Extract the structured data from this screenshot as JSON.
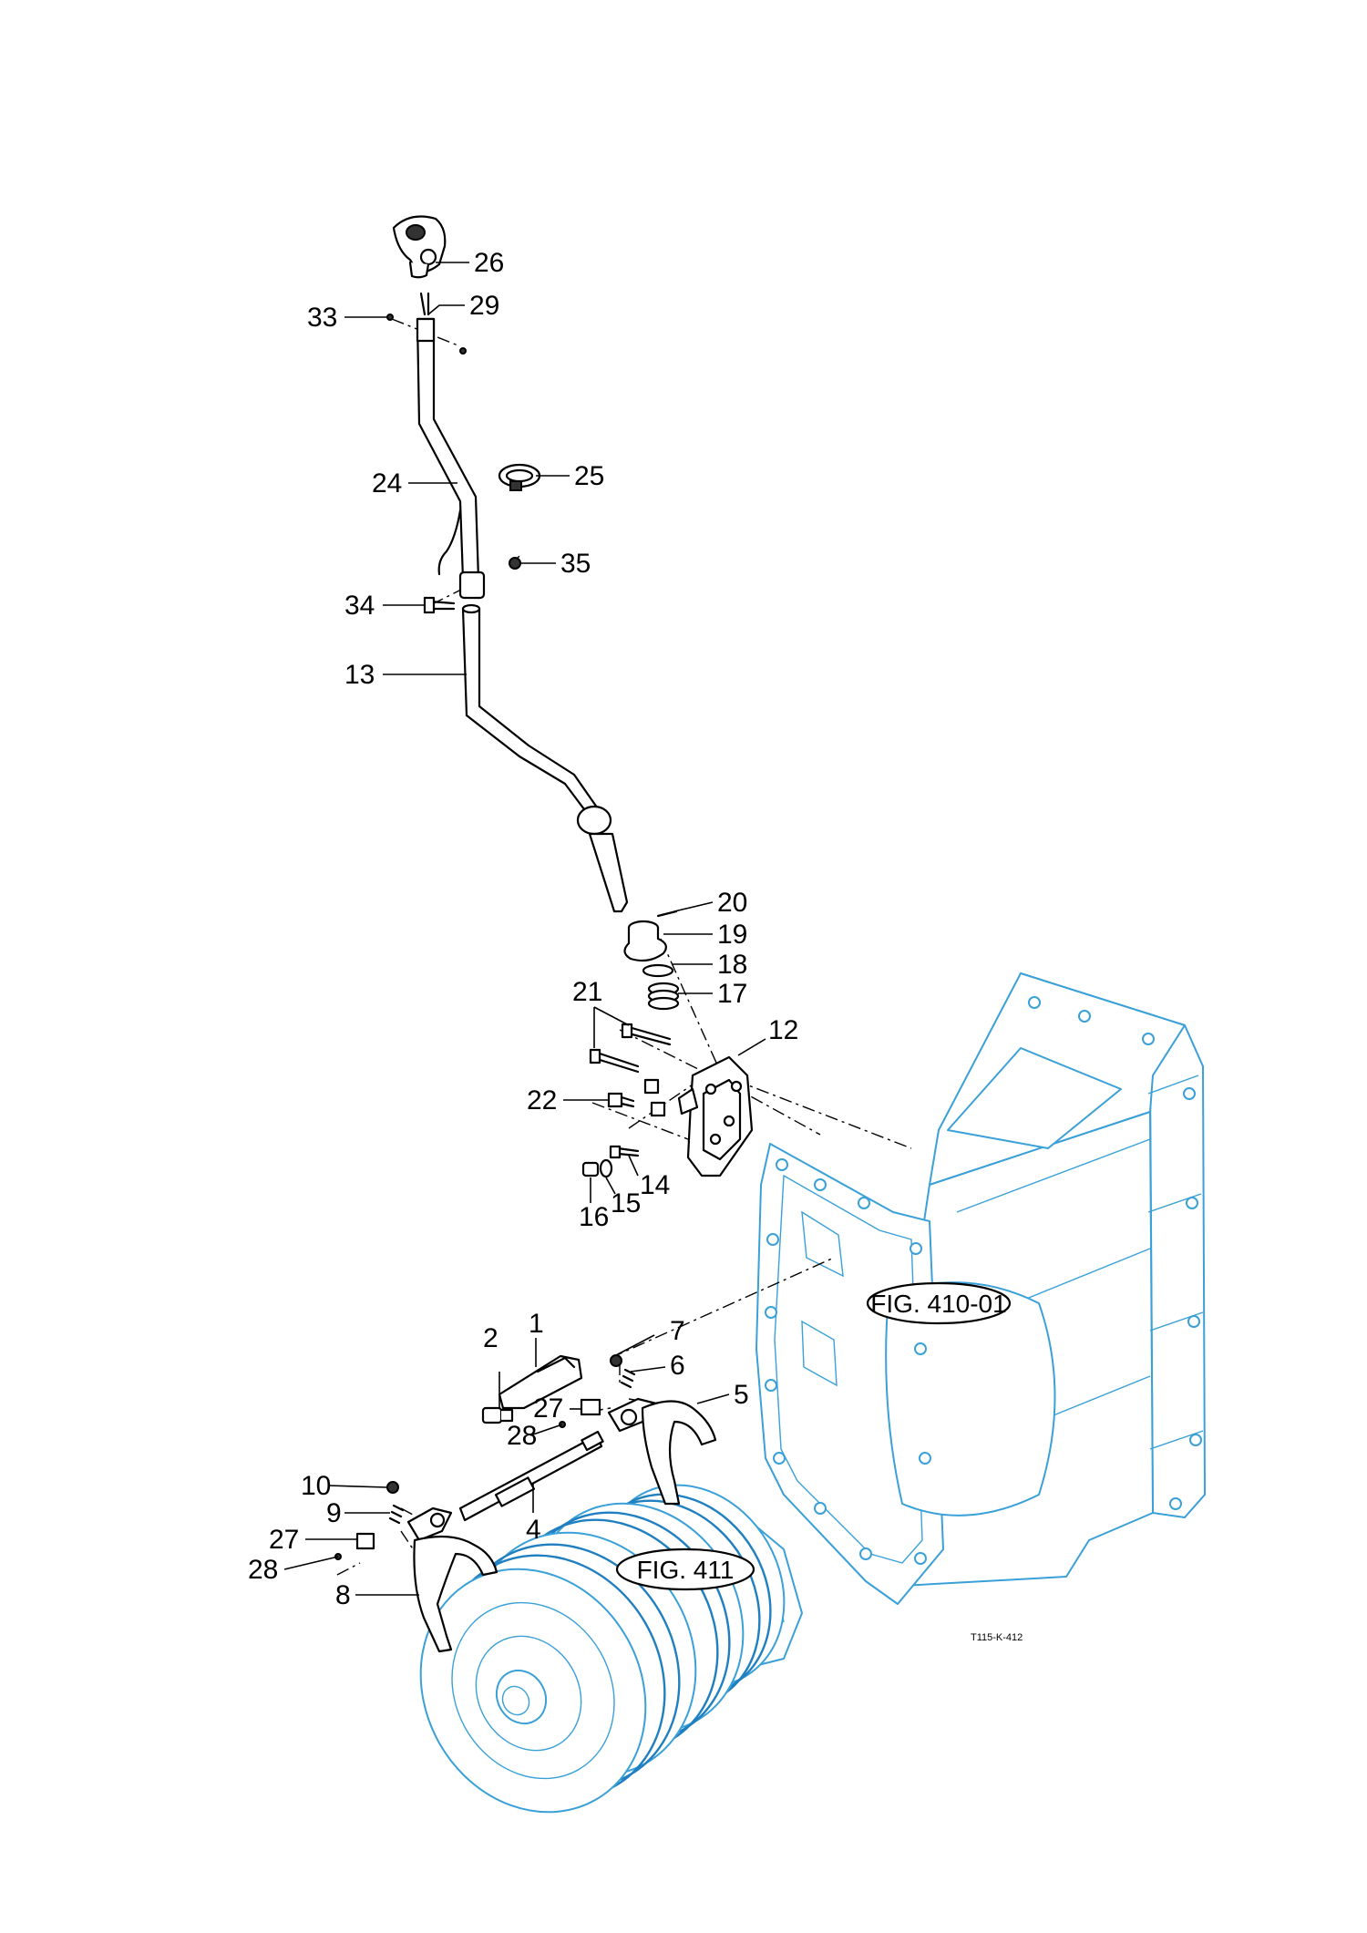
{
  "callouts": {
    "c1": "1",
    "c2": "2",
    "c4": "4",
    "c5": "5",
    "c6": "6",
    "c7": "7",
    "c8": "8",
    "c9": "9",
    "c10": "10",
    "c12": "12",
    "c13": "13",
    "c14": "14",
    "c15": "15",
    "c16": "16",
    "c17": "17",
    "c18": "18",
    "c19": "19",
    "c20": "20",
    "c21": "21",
    "c22": "22",
    "c24": "24",
    "c25": "25",
    "c26": "26",
    "c27a": "27",
    "c27b": "27",
    "c28a": "28",
    "c28b": "28",
    "c29": "29",
    "c33": "33",
    "c34": "34",
    "c35": "35"
  },
  "references": {
    "case": "FIG. 410-01",
    "drum": "FIG. 411"
  },
  "drawing_code": "T115-K-412",
  "colors": {
    "reference_parts": "#3aa0d8",
    "linework": "#000000"
  }
}
